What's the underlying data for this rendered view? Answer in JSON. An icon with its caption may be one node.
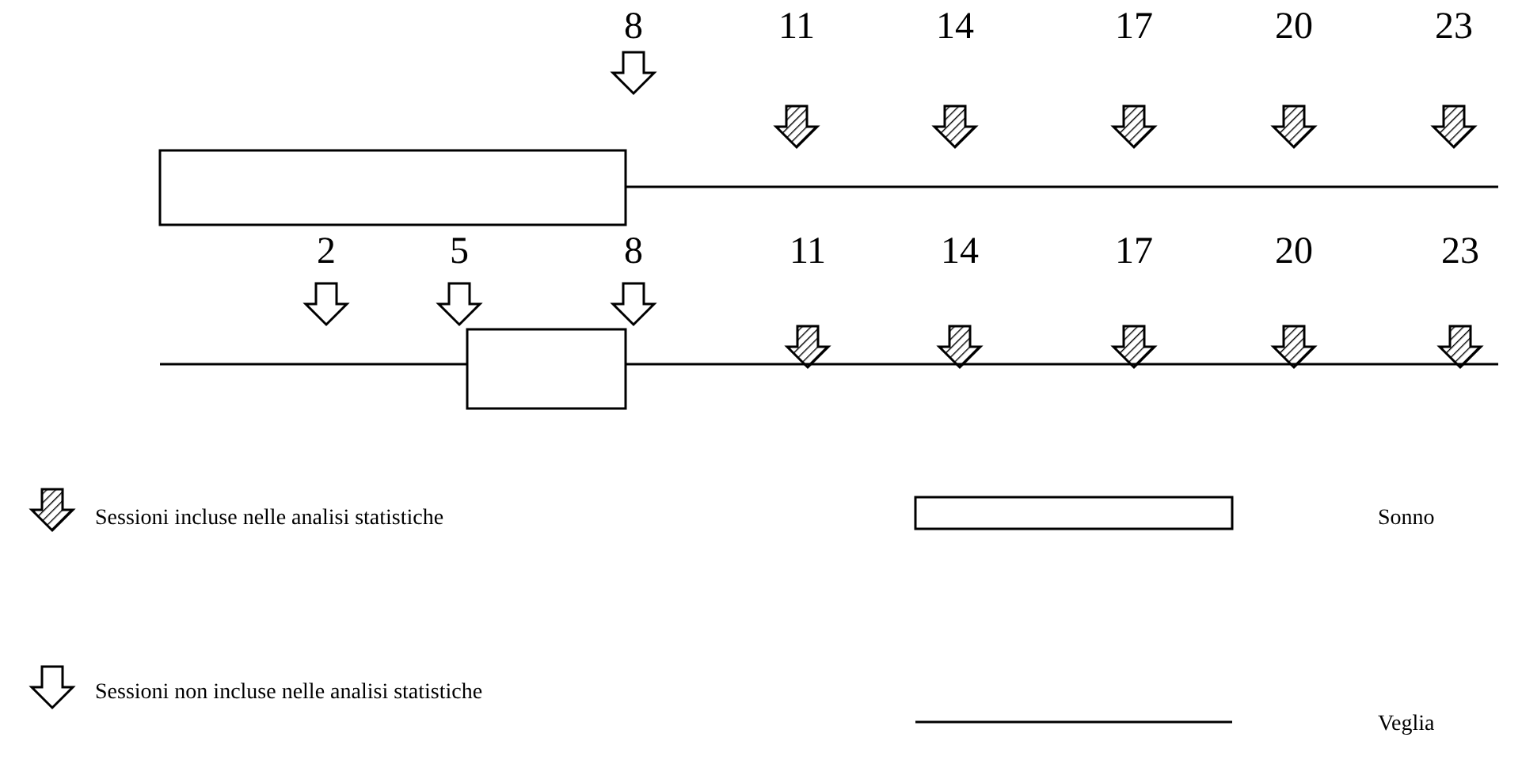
{
  "diagram": {
    "nodes": [
      {
        "text": [],
        "shape": "bar"
      },
      {
        "text": [],
        "shape": "bar"
      }
    ],
    "labels": [
      "8",
      "11",
      "14",
      "17",
      "20",
      "23",
      "2",
      "5",
      "8",
      "11",
      "14",
      "17",
      "20",
      "23"
    ],
    "legend": [
      {
        "text": "Sessioni incluse nelle analisi statistiche"
      },
      {
        "text": "Sonno"
      },
      {
        "text": "Sessioni non incluse nelle analisi statistiche"
      },
      {
        "text": "Veglia"
      }
    ]
  }
}
